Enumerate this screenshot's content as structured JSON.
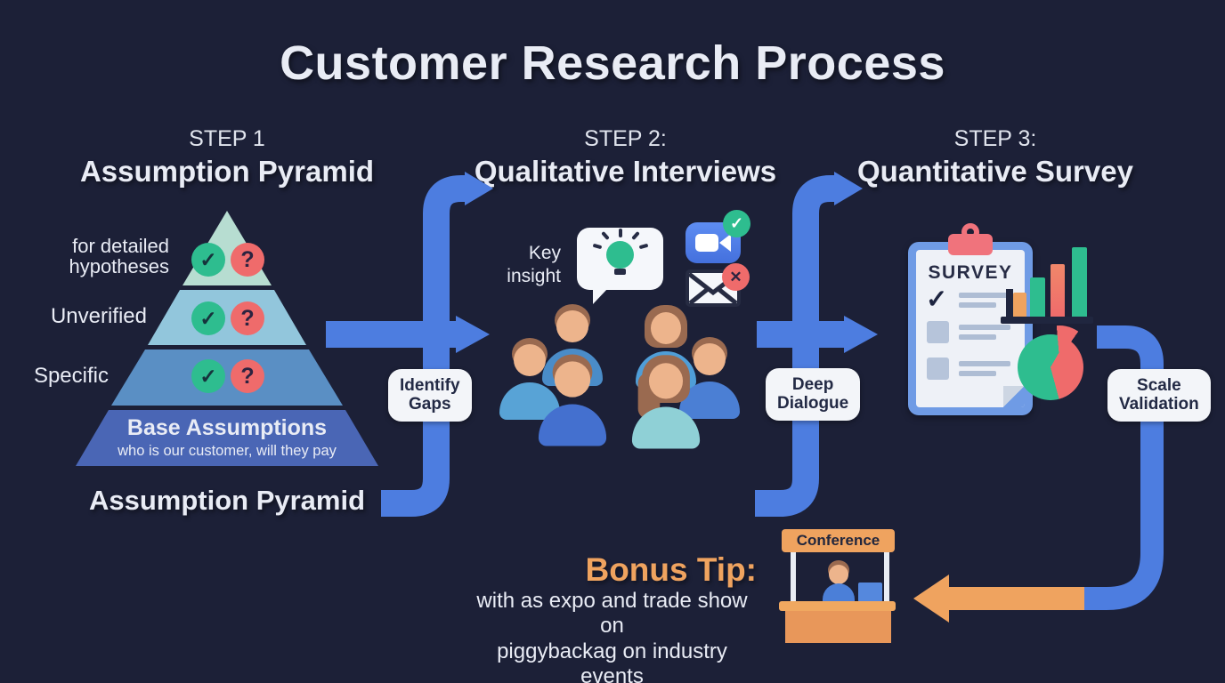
{
  "title": "Customer Research Process",
  "steps": {
    "step1": {
      "label": "STEP 1",
      "title": "Assumption Pyramid"
    },
    "step2": {
      "label": "STEP 2:",
      "title": "Qualitative Interviews"
    },
    "step3": {
      "label": "STEP 3:",
      "title": "Quantitative Survey"
    }
  },
  "pyramid": {
    "label_top": "for detailed\nhypotheses",
    "label_mid": "Unverified",
    "label_low": "Specific",
    "base_title": "Base Assumptions",
    "base_subtitle": "who is our customer, will they pay",
    "caption": "Assumption Pyramid",
    "check_glyph": "✓",
    "question_glyph": "?"
  },
  "badges": {
    "identify": "Identify\nGaps",
    "dialogue": "Deep\nDialogue",
    "scale": "Scale\nValidation"
  },
  "interviews": {
    "key_insight": "Key\ninsight",
    "video_check_glyph": "✓",
    "mail_x_glyph": "✕"
  },
  "survey": {
    "title": "SURVEY",
    "check_glyph": "✓"
  },
  "bonus": {
    "title": "Bonus Tip:",
    "line1": "with as expo and trade show on",
    "line2": "piggybackag on industry events",
    "booth_sign": "Conference"
  },
  "colors": {
    "background": "#1c2037",
    "text": "#e9ecf5",
    "arrow_blue": "#4d7de0",
    "arrow_orange": "#efa35f",
    "green": "#2ebd8f",
    "coral": "#ef6b6b",
    "badge_bg": "#f3f5f9",
    "badge_text": "#232a45",
    "pyramid_l1": "#b7ddd1",
    "pyramid_l2": "#92c6dc",
    "pyramid_l3": "#5a8fc4",
    "pyramid_l4": "#4a66b5",
    "skin": "#edb48c",
    "hair_brown": "#9a6a50",
    "clipboard_blue": "#6f9be5",
    "paper": "#eef1f7",
    "dark_ink": "#242a45"
  }
}
